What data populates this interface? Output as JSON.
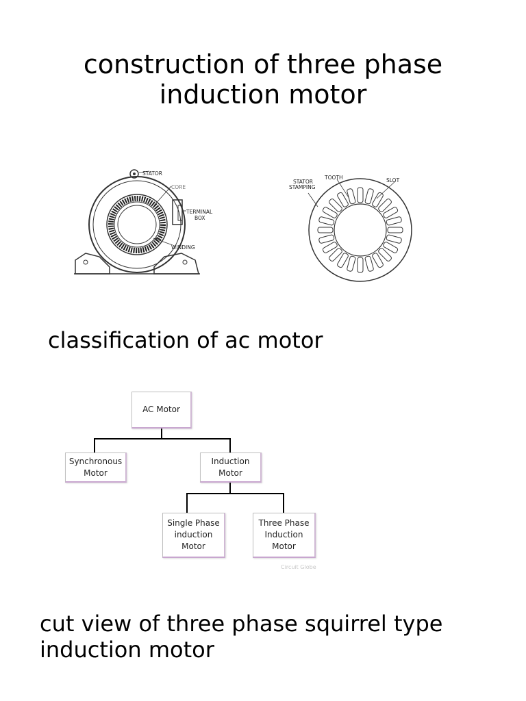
{
  "title": "construction of three phase\ninduction motor",
  "figure_motor": {
    "labels": {
      "stator": "STATOR",
      "core": "CORE",
      "terminal_box": "TERMINAL\nBOX",
      "winding": "WINDING"
    }
  },
  "figure_stamping": {
    "labels": {
      "stator_stamping": "STATOR\nSTAMPING",
      "tooth": "TOOTH",
      "slot": "SLOT"
    }
  },
  "section_classification": "classification of ac motor",
  "diagram": {
    "root": "AC Motor",
    "synchronous": "Synchronous\nMotor",
    "induction": "Induction\nMotor",
    "single_phase": "Single Phase\ninduction\nMotor",
    "three_phase": "Three Phase\nInduction\nMotor",
    "watermark": "Circuit Globe"
  },
  "section_cut_view": "cut view of three phase squirrel type\n induction motor"
}
